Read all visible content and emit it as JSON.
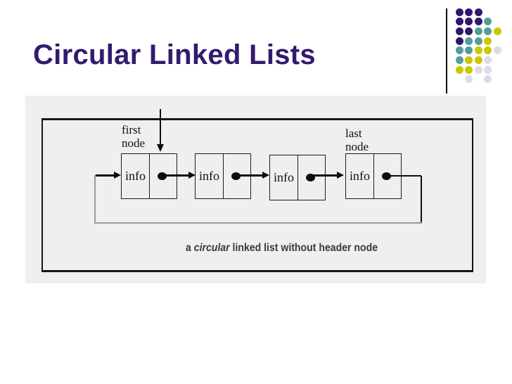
{
  "slide": {
    "title": "Circular Linked Lists"
  },
  "colors": {
    "title": "#341A6E",
    "line": "#0d0d0d",
    "loop_gray": "#9a9a9a",
    "panel_bg": "#EFEFEF",
    "dot_purple": "#31166B",
    "dot_teal": "#569B9E",
    "dot_yellow": "#C9C900",
    "dot_lavender": "#DBDBEB"
  },
  "decoration": {
    "dot_rows": [
      [
        "P",
        "P",
        "P",
        "",
        ""
      ],
      [
        "P",
        "P",
        "P",
        "T",
        ""
      ],
      [
        "P",
        "P",
        "T",
        "T",
        "Y"
      ],
      [
        "P",
        "T",
        "T",
        "Y",
        ""
      ],
      [
        "T",
        "T",
        "Y",
        "Y",
        "L"
      ],
      [
        "T",
        "Y",
        "Y",
        "L",
        ""
      ],
      [
        "Y",
        "Y",
        "L",
        "L",
        ""
      ],
      [
        "",
        "L",
        "",
        "L",
        ""
      ]
    ]
  },
  "diagram": {
    "first_label": {
      "line1": "first",
      "line2": "node"
    },
    "last_label": {
      "line1": "last",
      "line2": "node"
    },
    "nodes": [
      {
        "info": "info"
      },
      {
        "info": "info"
      },
      {
        "info": "info"
      },
      {
        "info": "info"
      }
    ],
    "caption": {
      "prefix": "a ",
      "italic": "circular",
      "rest": " linked list without header node"
    }
  }
}
